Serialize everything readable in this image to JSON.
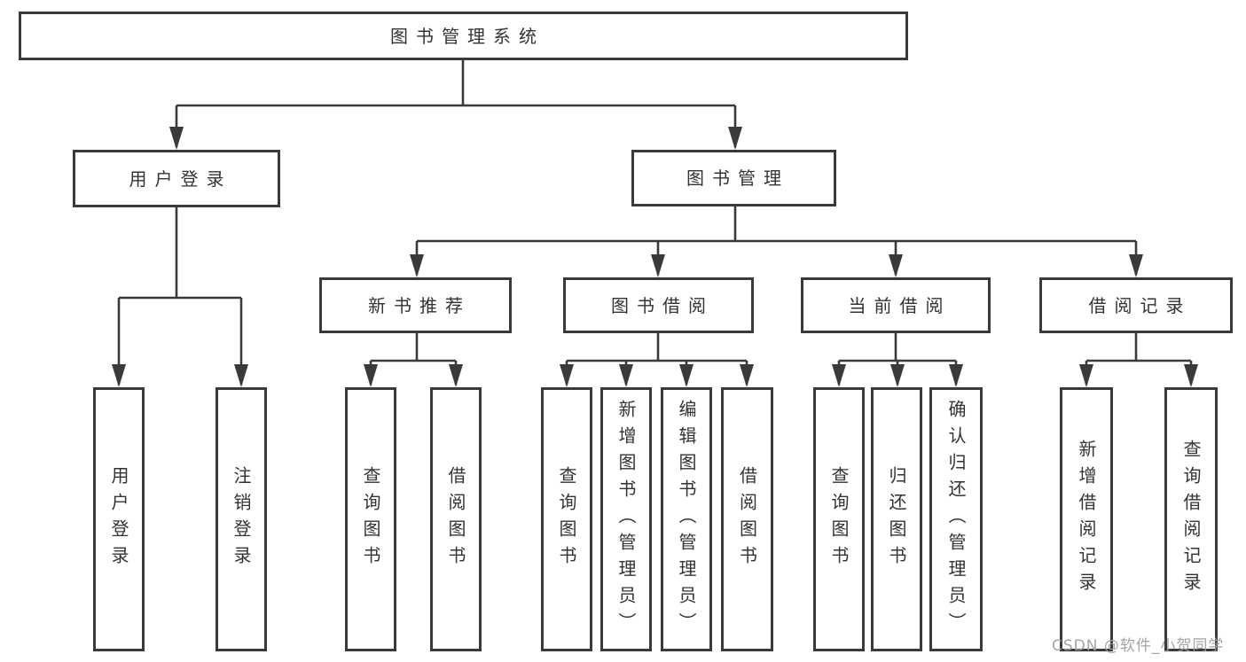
{
  "diagram": {
    "type": "hierarchy-tree",
    "root": {
      "label": "图书管理系统"
    },
    "level2": [
      {
        "label": "用户登录"
      },
      {
        "label": "图书管理"
      }
    ],
    "level3": [
      {
        "label": "新书推荐",
        "parent": "图书管理"
      },
      {
        "label": "图书借阅",
        "parent": "图书管理"
      },
      {
        "label": "当前借阅",
        "parent": "图书管理"
      },
      {
        "label": "借阅记录",
        "parent": "图书管理"
      }
    ],
    "leaves": [
      {
        "label": "用户登录",
        "parent": "用户登录"
      },
      {
        "label": "注销登录",
        "parent": "用户登录"
      },
      {
        "label": "查询图书",
        "parent": "新书推荐"
      },
      {
        "label": "借阅图书",
        "parent": "新书推荐"
      },
      {
        "label": "查询图书",
        "parent": "图书借阅"
      },
      {
        "label": "新增图书（管理员）",
        "parent": "图书借阅"
      },
      {
        "label": "编辑图书（管理员）",
        "parent": "图书借阅"
      },
      {
        "label": "借阅图书",
        "parent": "图书借阅"
      },
      {
        "label": "查询图书",
        "parent": "当前借阅"
      },
      {
        "label": "归还图书",
        "parent": "当前借阅"
      },
      {
        "label": "确认归还（管理员）",
        "parent": "当前借阅"
      },
      {
        "label": "新增借阅记录",
        "parent": "借阅记录"
      },
      {
        "label": "查询借阅记录",
        "parent": "借阅记录"
      }
    ],
    "colors": {
      "line": "#3a3a3a",
      "text": "#333333",
      "box_background": "#ffffff",
      "watermark": "#9e9e9e"
    }
  },
  "watermark": {
    "text": "CSDN @软件_小贺同学"
  }
}
